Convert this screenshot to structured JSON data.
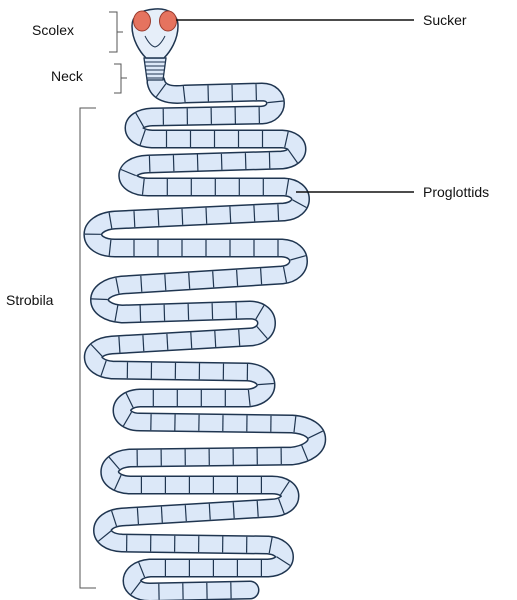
{
  "labels": {
    "scolex": "Scolex",
    "neck": "Neck",
    "strobila": "Strobila",
    "sucker": "Sucker",
    "proglottids": "Proglottids"
  },
  "colors": {
    "segment_fill": "#dce8f8",
    "segment_outline": "#1f3550",
    "sucker_fill": "#e5735f",
    "line": "#111111",
    "label": "#111111"
  }
}
